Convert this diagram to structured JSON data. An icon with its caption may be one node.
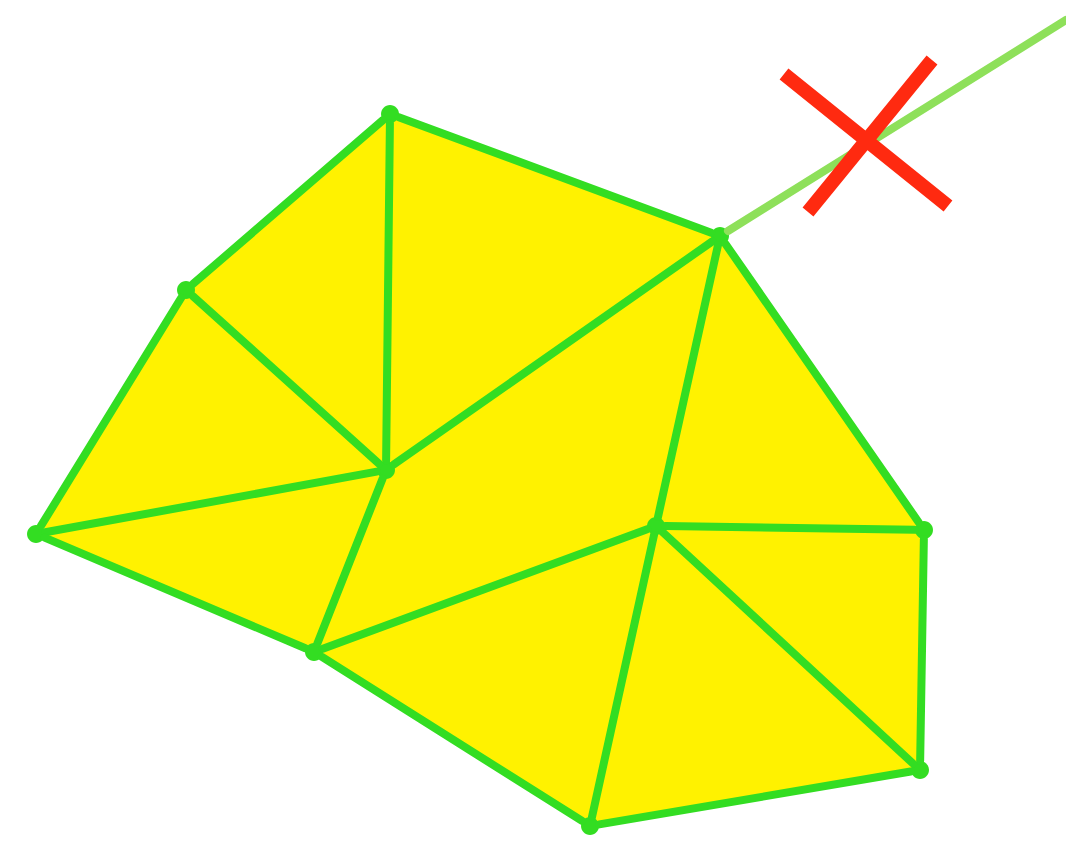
{
  "diagram": {
    "nodes": [
      {
        "text": [],
        "shape": "circle"
      },
      {
        "text": [],
        "shape": "circle"
      },
      {
        "text": [],
        "shape": "circle"
      },
      {
        "text": [],
        "shape": "circle"
      },
      {
        "text": [],
        "shape": "circle"
      },
      {
        "text": [],
        "shape": "circle"
      },
      {
        "text": [],
        "shape": "circle"
      },
      {
        "text": [],
        "shape": "circle"
      },
      {
        "text": [],
        "shape": "circle"
      },
      {
        "text": [],
        "shape": "circle"
      }
    ],
    "edges": [
      {
        "from": 0,
        "to": 1,
        "arrow": "none"
      },
      {
        "from": 0,
        "to": 2,
        "arrow": "none"
      },
      {
        "from": 0,
        "to": 3,
        "arrow": "none"
      },
      {
        "from": 1,
        "to": 3,
        "arrow": "none"
      },
      {
        "from": 1,
        "to": 4,
        "arrow": "none"
      },
      {
        "from": 4,
        "to": 3,
        "arrow": "none"
      },
      {
        "from": 4,
        "to": 7,
        "arrow": "none"
      },
      {
        "from": 3,
        "to": 7,
        "arrow": "none"
      },
      {
        "from": 3,
        "to": 2,
        "arrow": "none"
      },
      {
        "from": 2,
        "to": 5,
        "arrow": "none"
      },
      {
        "from": 2,
        "to": 6,
        "arrow": "none"
      },
      {
        "from": 7,
        "to": 5,
        "arrow": "none"
      },
      {
        "from": 5,
        "to": 6,
        "arrow": "none"
      },
      {
        "from": 5,
        "to": 8,
        "arrow": "none"
      },
      {
        "from": 5,
        "to": 9,
        "arrow": "none"
      },
      {
        "from": 7,
        "to": 9,
        "arrow": "none"
      },
      {
        "from": 9,
        "to": 8,
        "arrow": "none"
      },
      {
        "from": 6,
        "to": 8,
        "arrow": "none"
      },
      {
        "from": 2,
        "to": null,
        "arrow": "none",
        "color": "#8ee05a"
      }
    ]
  }
}
